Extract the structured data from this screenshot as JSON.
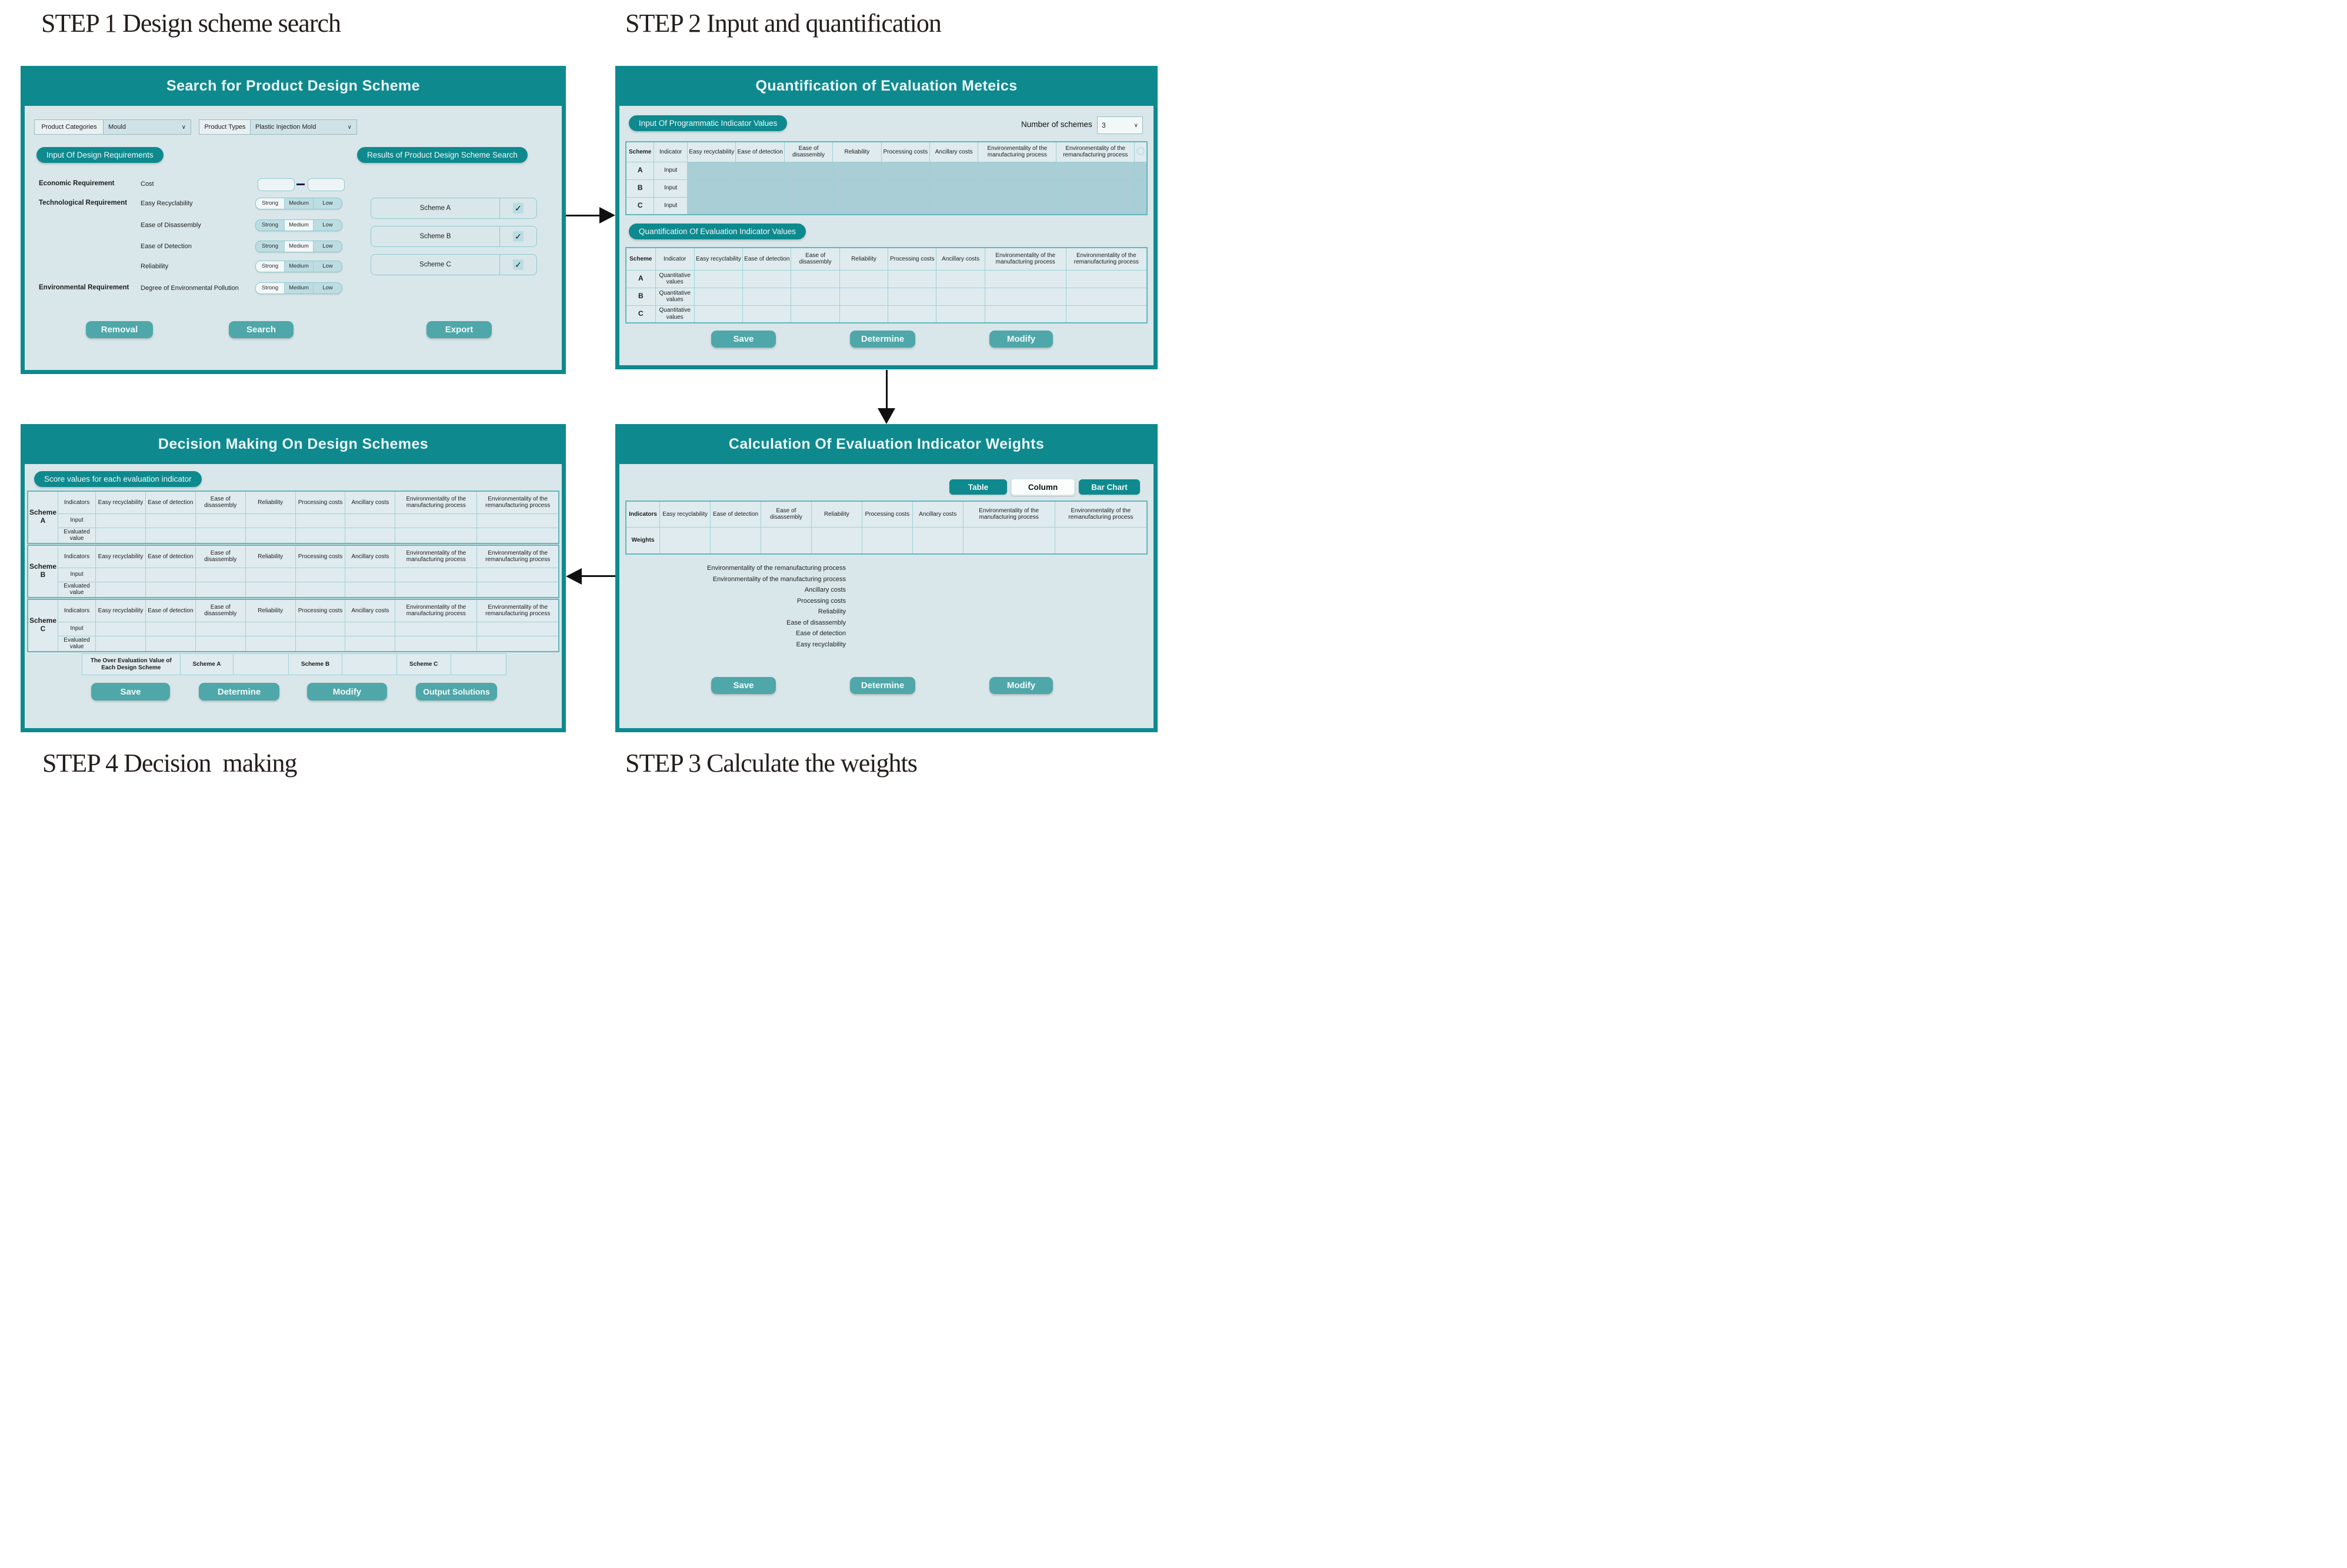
{
  "colors": {
    "teal": "#0e8a8e",
    "button_teal": "#4fa7a9",
    "panel_body": "#d9e7ea",
    "cell_tint": "#a9ced5",
    "arrow": "#101010"
  },
  "steps": {
    "step1": "STEP 1 Design scheme search",
    "step2": "STEP 2 Input and quantification",
    "step3": "STEP 3 Calculate the weights",
    "step4": "STEP 4 Decision  making"
  },
  "indicators": [
    "Easy recyclability",
    "Ease of detection",
    "Ease of disassembly",
    "Reliability",
    "Processing costs",
    "Ancillary costs",
    "Environmentality of the manufacturing process",
    "Environmentality of the remanufacturing process"
  ],
  "panel1": {
    "title": "Search for Product Design Scheme",
    "product_categories": {
      "label": "Product Categories",
      "value": "Mould"
    },
    "product_types": {
      "label": "Product Types",
      "value": "Plastic Injection Mold"
    },
    "input_badge": "Input Of Design Requirements",
    "results_badge": "Results of Product Design Scheme Search",
    "economic_group": "Economic Requirement",
    "technological_group": "Technological Requirement",
    "environmental_group": "Environmental Requirement",
    "cost_label": "Cost",
    "requirements": [
      "Easy Recyclability",
      "Ease of Disassembly",
      "Ease of Detection",
      "Reliability",
      "Degree of Environmental Pollution"
    ],
    "segments": [
      "Strong",
      "Medium",
      "Low"
    ],
    "active_segments": [
      "Strong",
      "Medium",
      "Medium",
      "Strong",
      "Strong"
    ],
    "schemes": [
      "Scheme A",
      "Scheme B",
      "Scheme C"
    ],
    "check": "✓",
    "buttons": [
      "Removal",
      "Search",
      "Export"
    ]
  },
  "panel2": {
    "title": "Quantification of Evaluation Meteics",
    "input_badge": "Input Of Programmatic Indicator Values",
    "num_schemes_label": "Number of schemes",
    "num_schemes_value": "3",
    "table1": {
      "scheme_header": "Scheme",
      "indicator_header": "Indicator",
      "rows": [
        [
          "A",
          "Input"
        ],
        [
          "B",
          "Input"
        ],
        [
          "C",
          "Input"
        ]
      ]
    },
    "quant_badge": "Quantification Of Evaluation Indicator Values",
    "table2": {
      "scheme_header": "Scheme",
      "indicator_header": "Indicator",
      "row_label": "Quantitative values",
      "schemes": [
        "A",
        "B",
        "C"
      ]
    },
    "buttons": [
      "Save",
      "Determine",
      "Modify"
    ]
  },
  "panel3": {
    "title": "Calculation Of Evaluation Indicator Weights",
    "view_buttons": [
      "Table",
      "Column",
      "Bar Chart"
    ],
    "indicators_header": "Indicators",
    "weights_header": "Weights",
    "axis_labels": [
      "Environmentality of the remanufacturing process",
      "Environmentality of the manufacturing process",
      "Ancillary costs",
      "Processing costs",
      "Reliability",
      "Ease of disassembly",
      "Ease of detection",
      "Easy recyclability"
    ],
    "buttons": [
      "Save",
      "Determine",
      "Modify"
    ]
  },
  "panel4": {
    "title": "Decision Making On Design Schemes",
    "badge": "Score values for each evaluation indicator",
    "scheme_word": "Scheme",
    "scheme_letters": [
      "A",
      "B",
      "C"
    ],
    "row_labels": {
      "indicators": "Indicators",
      "input": "Input",
      "evaluated": "Evaluated value"
    },
    "overall_label": "The Over Evaluation Value of Each Design Scheme",
    "overall_schemes": [
      "Scheme A",
      "Scheme B",
      "Scheme C"
    ],
    "buttons": [
      "Save",
      "Determine",
      "Modify",
      "Output Solutions"
    ]
  }
}
